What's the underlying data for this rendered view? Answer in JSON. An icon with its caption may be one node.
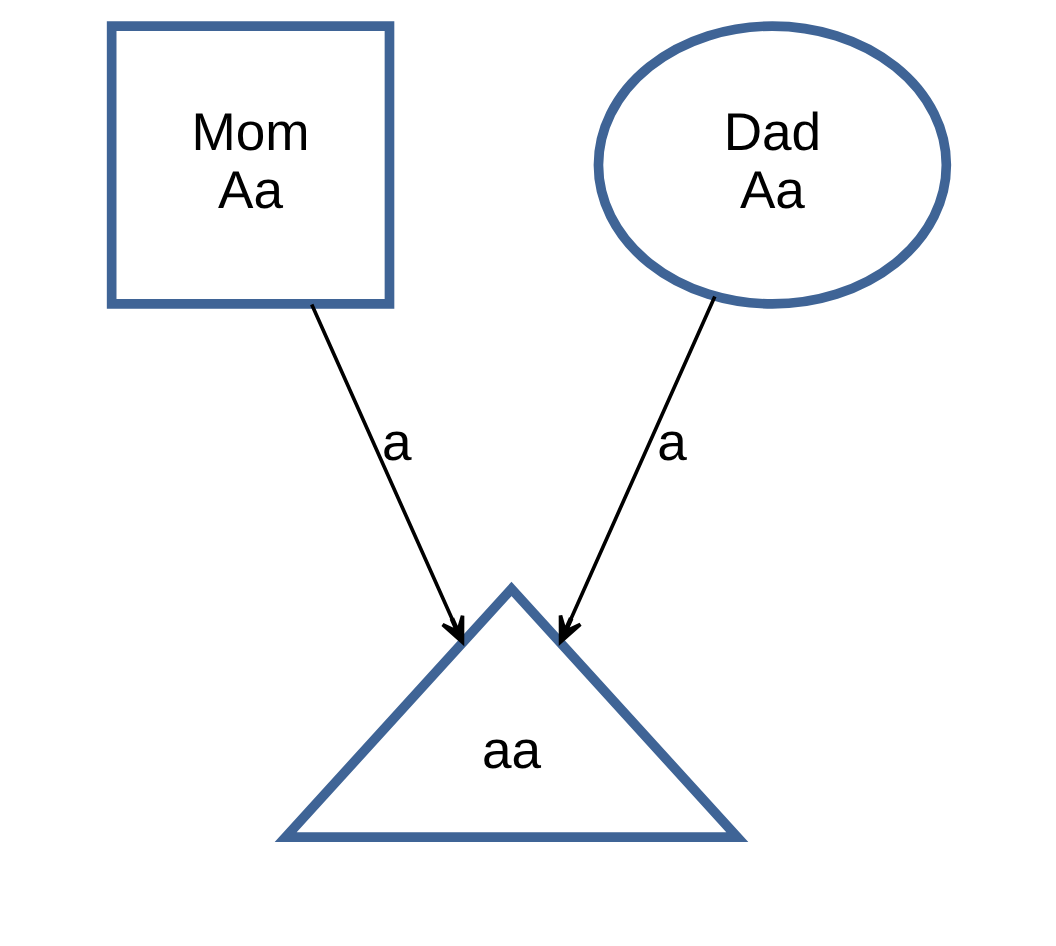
{
  "diagram": {
    "nodes": [
      {
        "text": [
          "Mom",
          "Aa"
        ]
      },
      {
        "text": [
          "Dad",
          "Aa"
        ]
      },
      {
        "text": [
          "aa"
        ]
      }
    ],
    "edges": [
      {
        "from": 0,
        "to": 2,
        "arrow": "to",
        "label": "a"
      },
      {
        "from": 1,
        "to": 2,
        "arrow": "to",
        "label": "a"
      }
    ]
  }
}
